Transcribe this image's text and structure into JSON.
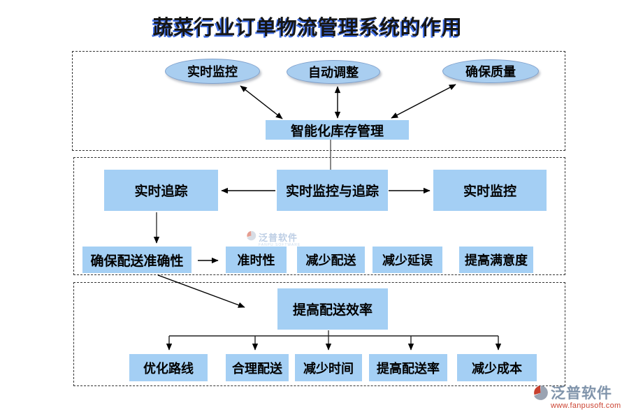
{
  "title": "蔬菜行业订单物流管理系统的作用",
  "colors": {
    "node_fill": "#a4cff4",
    "ellipse_fill": "#a9cef0",
    "ellipse_border": "#7fa0cc",
    "title_shadow": "#4472e8",
    "watermark_brand": "#8094ab",
    "watermark_url_red": "#cc4433"
  },
  "top_section": {
    "ellipses": [
      "实时监控",
      "自动调整",
      "确保质量"
    ],
    "hub": "智能化库存管理"
  },
  "middle_section": {
    "left": "实时追踪",
    "center": "实时监控与追踪",
    "right": "实时监控",
    "accuracy": "确保配送准确性",
    "benefits": [
      "准时性",
      "减少配送",
      "减少延误",
      "提高满意度"
    ]
  },
  "bottom_section": {
    "hub": "提高配送效率",
    "items": [
      "优化路线",
      "合理配送",
      "减少时间",
      "提高配送率",
      "减少成本"
    ]
  },
  "watermark_center": {
    "brand": "泛普软件",
    "subtitle": "FANPU SOFTWARE"
  },
  "watermark_corner": {
    "brand": "泛普软件",
    "url": "www.fanpusoft.com"
  }
}
